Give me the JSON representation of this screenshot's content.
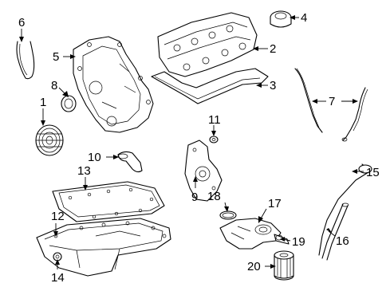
{
  "diagram": {
    "callouts": [
      "1",
      "2",
      "3",
      "4",
      "5",
      "6",
      "7",
      "7",
      "8",
      "9",
      "10",
      "11",
      "12",
      "13",
      "14",
      "15",
      "16",
      "17",
      "18",
      "19",
      "20"
    ]
  }
}
